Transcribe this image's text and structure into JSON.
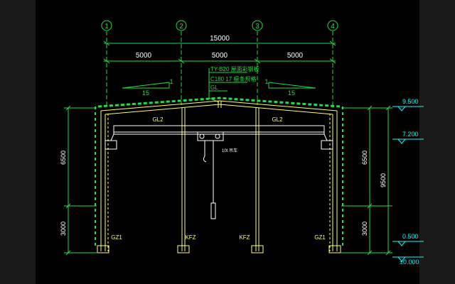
{
  "axes": [
    {
      "label": "1"
    },
    {
      "label": "2"
    },
    {
      "label": "3"
    },
    {
      "label": "4"
    }
  ],
  "dimensions": {
    "overall": "15000",
    "spans": [
      "5000",
      "5000",
      "5000"
    ],
    "left_heights": [
      "6500",
      "3000"
    ],
    "right_heights": [
      "6500",
      "9500",
      "3000"
    ]
  },
  "slope": {
    "left": "15",
    "right": "15",
    "rise": "1"
  },
  "roof_callout": {
    "line1": "TY-B20 屋面彩钢板",
    "line2": "C180 17 檩条规格",
    "line3": "GL"
  },
  "members": {
    "beam_left": "GL2",
    "beam_right": "GL2",
    "column_left": "GZ1",
    "column_right": "GZ1",
    "inner_col_1": "KFZ",
    "inner_col_2": "KFZ",
    "crane": "10t 吊车"
  },
  "elevations": [
    "9.500",
    "7.200",
    "0.500",
    "±0.000"
  ],
  "colors": {
    "background": "#000000",
    "structure": "#ffff66",
    "dimension": "#22dd44",
    "elevation": "#00ffff",
    "crane": "#ffffff",
    "side_band": "#1a1a1a"
  }
}
